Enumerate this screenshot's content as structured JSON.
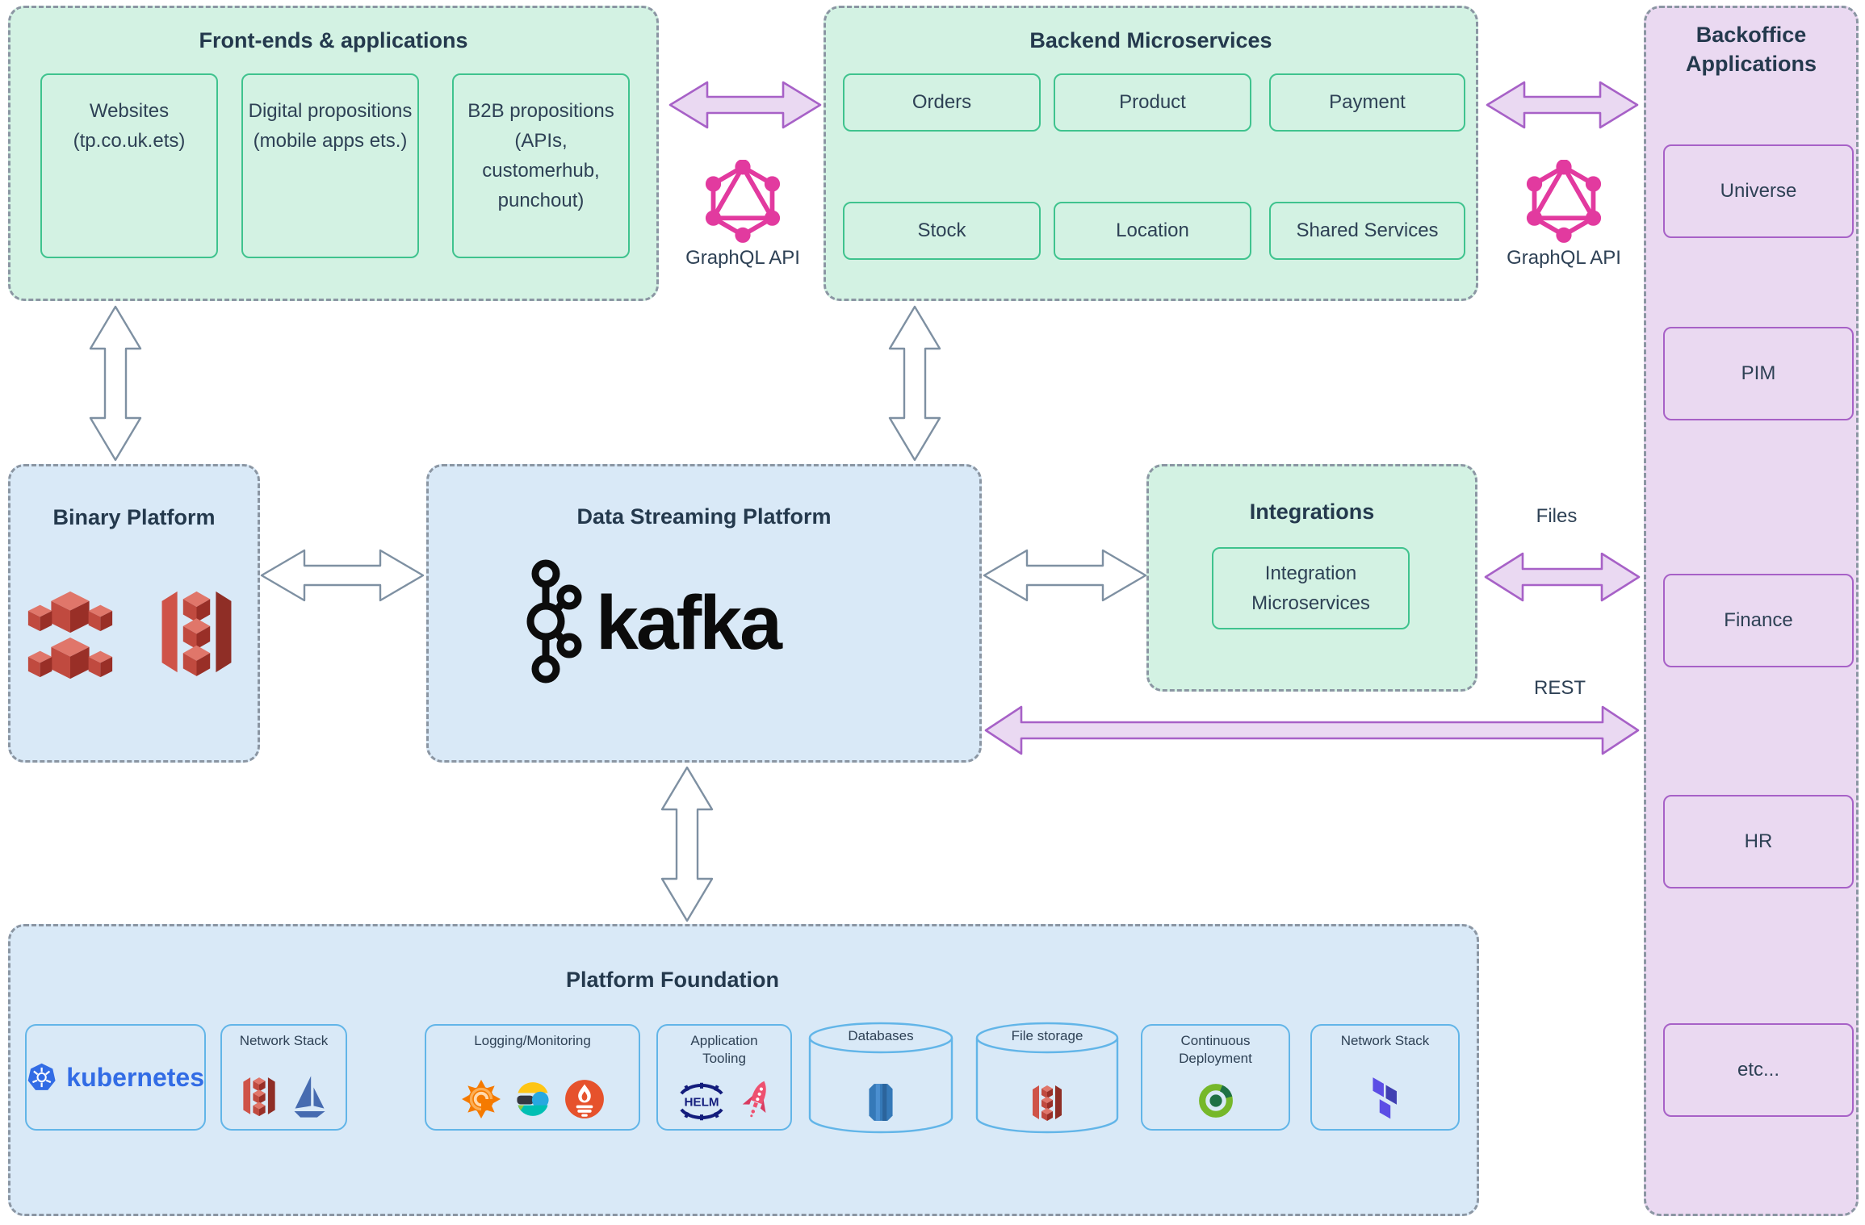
{
  "frontends": {
    "title": "Front-ends & applications",
    "cards": [
      "Websites (tp.co.uk.ets)",
      "Digital propositions (mobile apps ets.)",
      "B2B propositions (APIs, customerhub, punchout)"
    ]
  },
  "backend": {
    "title": "Backend Microservices",
    "services": [
      "Orders",
      "Product",
      "Payment",
      "Stock",
      "Location",
      "Shared Services"
    ]
  },
  "backoffice": {
    "title": "Backoffice Applications",
    "items": [
      "Universe",
      "PIM",
      "Finance",
      "HR",
      "etc..."
    ]
  },
  "binary": {
    "title": "Binary Platform",
    "icons": [
      "aws-cubes-icon",
      "aws-s3-icon"
    ]
  },
  "dsp": {
    "title": "Data Streaming Platform",
    "brand": "kafka",
    "icons": [
      "kafka-icon"
    ]
  },
  "integrations": {
    "title": "Integrations",
    "card": "Integration Microservices"
  },
  "links": {
    "graphql_left": "GraphQL API",
    "graphql_right": "GraphQL API",
    "files": "Files",
    "rest": "REST"
  },
  "foundation": {
    "title": "Platform Foundation",
    "tiles": [
      {
        "label": "",
        "brand": "kubernetes",
        "icons": [
          "kubernetes-icon"
        ]
      },
      {
        "label": "Network Stack",
        "icons": [
          "aws-s3-icon",
          "istio-icon"
        ]
      },
      {
        "label": "Logging/Monitoring",
        "icons": [
          "grafana-icon",
          "elastic-icon",
          "prometheus-icon"
        ]
      },
      {
        "label": "Application Tooling",
        "icon_text": "HELM",
        "icons": [
          "helm-icon",
          "rocket-icon"
        ]
      },
      {
        "label": "Databases",
        "icons": [
          "database-cylinder-icon"
        ]
      },
      {
        "label": "File storage",
        "icons": [
          "aws-s3-icon"
        ]
      },
      {
        "label": "Continuous Deployment",
        "icons": [
          "cd-ring-icon"
        ]
      },
      {
        "label": "Network Stack",
        "icons": [
          "terraform-icon"
        ]
      }
    ]
  },
  "colors": {
    "mint_bg": "#d3f2e3",
    "mint_border": "#3fc38e",
    "blue_bg": "#d9e9f7",
    "blue_border": "#62b5e8",
    "lavender_bg": "#ead9f1",
    "purple_border": "#a761c7",
    "dash_gray": "#8b96a3",
    "text_navy": "#2e4155",
    "graphql_pink": "#e23a9f",
    "arrow_purple_fill": "#ead9f2",
    "arrow_gray_stroke": "#7e90a2",
    "aws_red": "#cf5348",
    "kubernetes_blue": "#326ce5",
    "terraform_purple": "#5c4ee5"
  }
}
